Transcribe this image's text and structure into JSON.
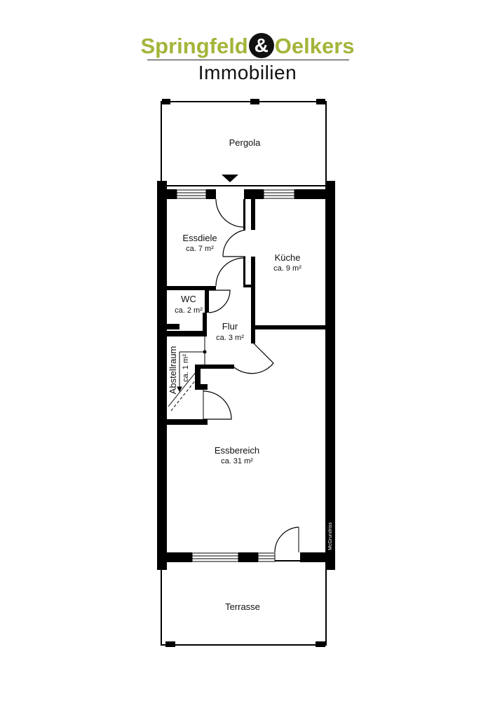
{
  "logo": {
    "name_left": "Springfeld",
    "ampersand": "&",
    "name_right": "Oelkers",
    "subtitle": "Immobilien",
    "brand_color": "#a5b43a"
  },
  "rooms": {
    "pergola": {
      "label": "Pergola"
    },
    "essdiele": {
      "label": "Essdiele",
      "area": "ca. 7 m²"
    },
    "kueche": {
      "label": "Küche",
      "area": "ca. 9 m²"
    },
    "wc": {
      "label": "WC",
      "area": "ca. 2 m²"
    },
    "flur": {
      "label": "Flur",
      "area": "ca. 3 m²"
    },
    "abstellraum": {
      "label": "Abstellraum",
      "area": "ca. 1 m²"
    },
    "essbereich": {
      "label": "Essbereich",
      "area": "ca. 31 m²"
    },
    "terrasse": {
      "label": "Terrasse"
    }
  },
  "credit": "McGrundriss",
  "colors": {
    "wall": "#000000",
    "background": "#ffffff"
  }
}
